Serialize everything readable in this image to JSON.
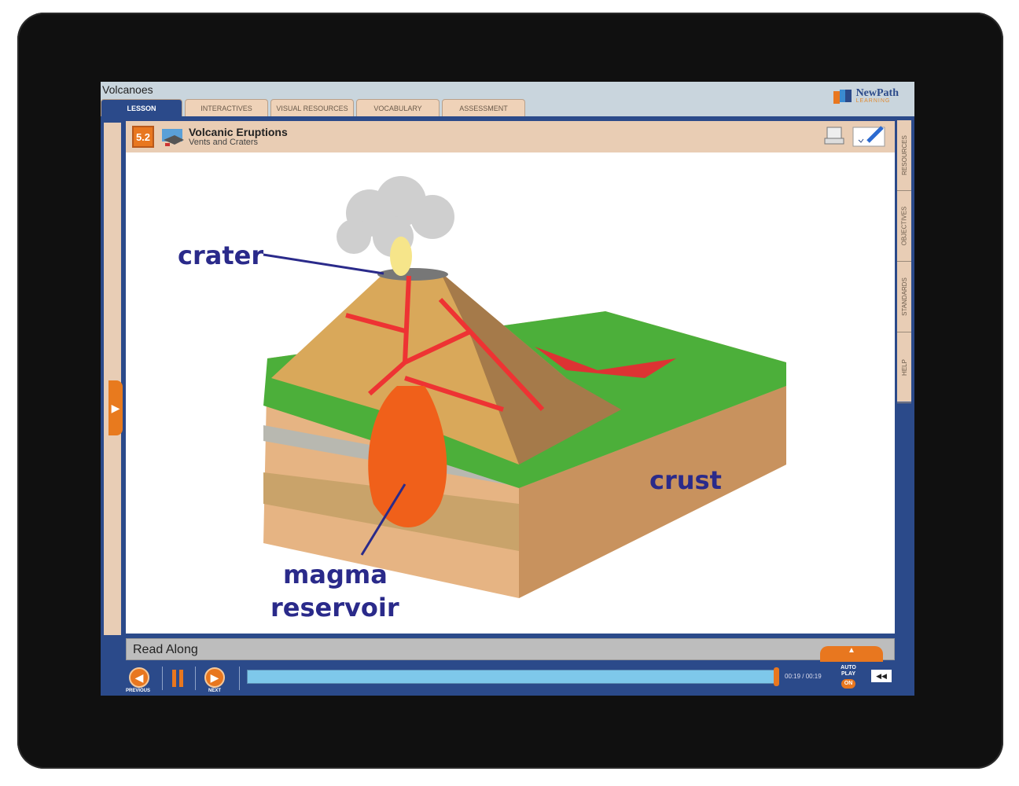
{
  "app": {
    "title": "Volcanoes",
    "logo": "NewPath",
    "logo_sub": "LEARNING"
  },
  "tabs": [
    {
      "label": "LESSON",
      "active": true
    },
    {
      "label": "INTERACTIVES"
    },
    {
      "label": "VISUAL RESOURCES"
    },
    {
      "label": "VOCABULARY"
    },
    {
      "label": "ASSESSMENT"
    }
  ],
  "lesson": {
    "number": "5.2",
    "title": "Volcanic Eruptions",
    "subtitle": "Vents and Craters"
  },
  "side_tabs": [
    "RESOURCES",
    "OBJECTIVES",
    "STANDARDS",
    "HELP"
  ],
  "diagram": {
    "labels": {
      "crater": "crater",
      "crust": "crust",
      "magma": "magma",
      "reservoir": "reservoir"
    }
  },
  "read_along": {
    "label": "Read Along"
  },
  "player": {
    "previous": "PREVIOUS",
    "next": "NEXT",
    "time": "00:19 / 00:19",
    "progress": 1.0,
    "autoplay": "AUTO PLAY",
    "autoplay_state": "ON"
  }
}
